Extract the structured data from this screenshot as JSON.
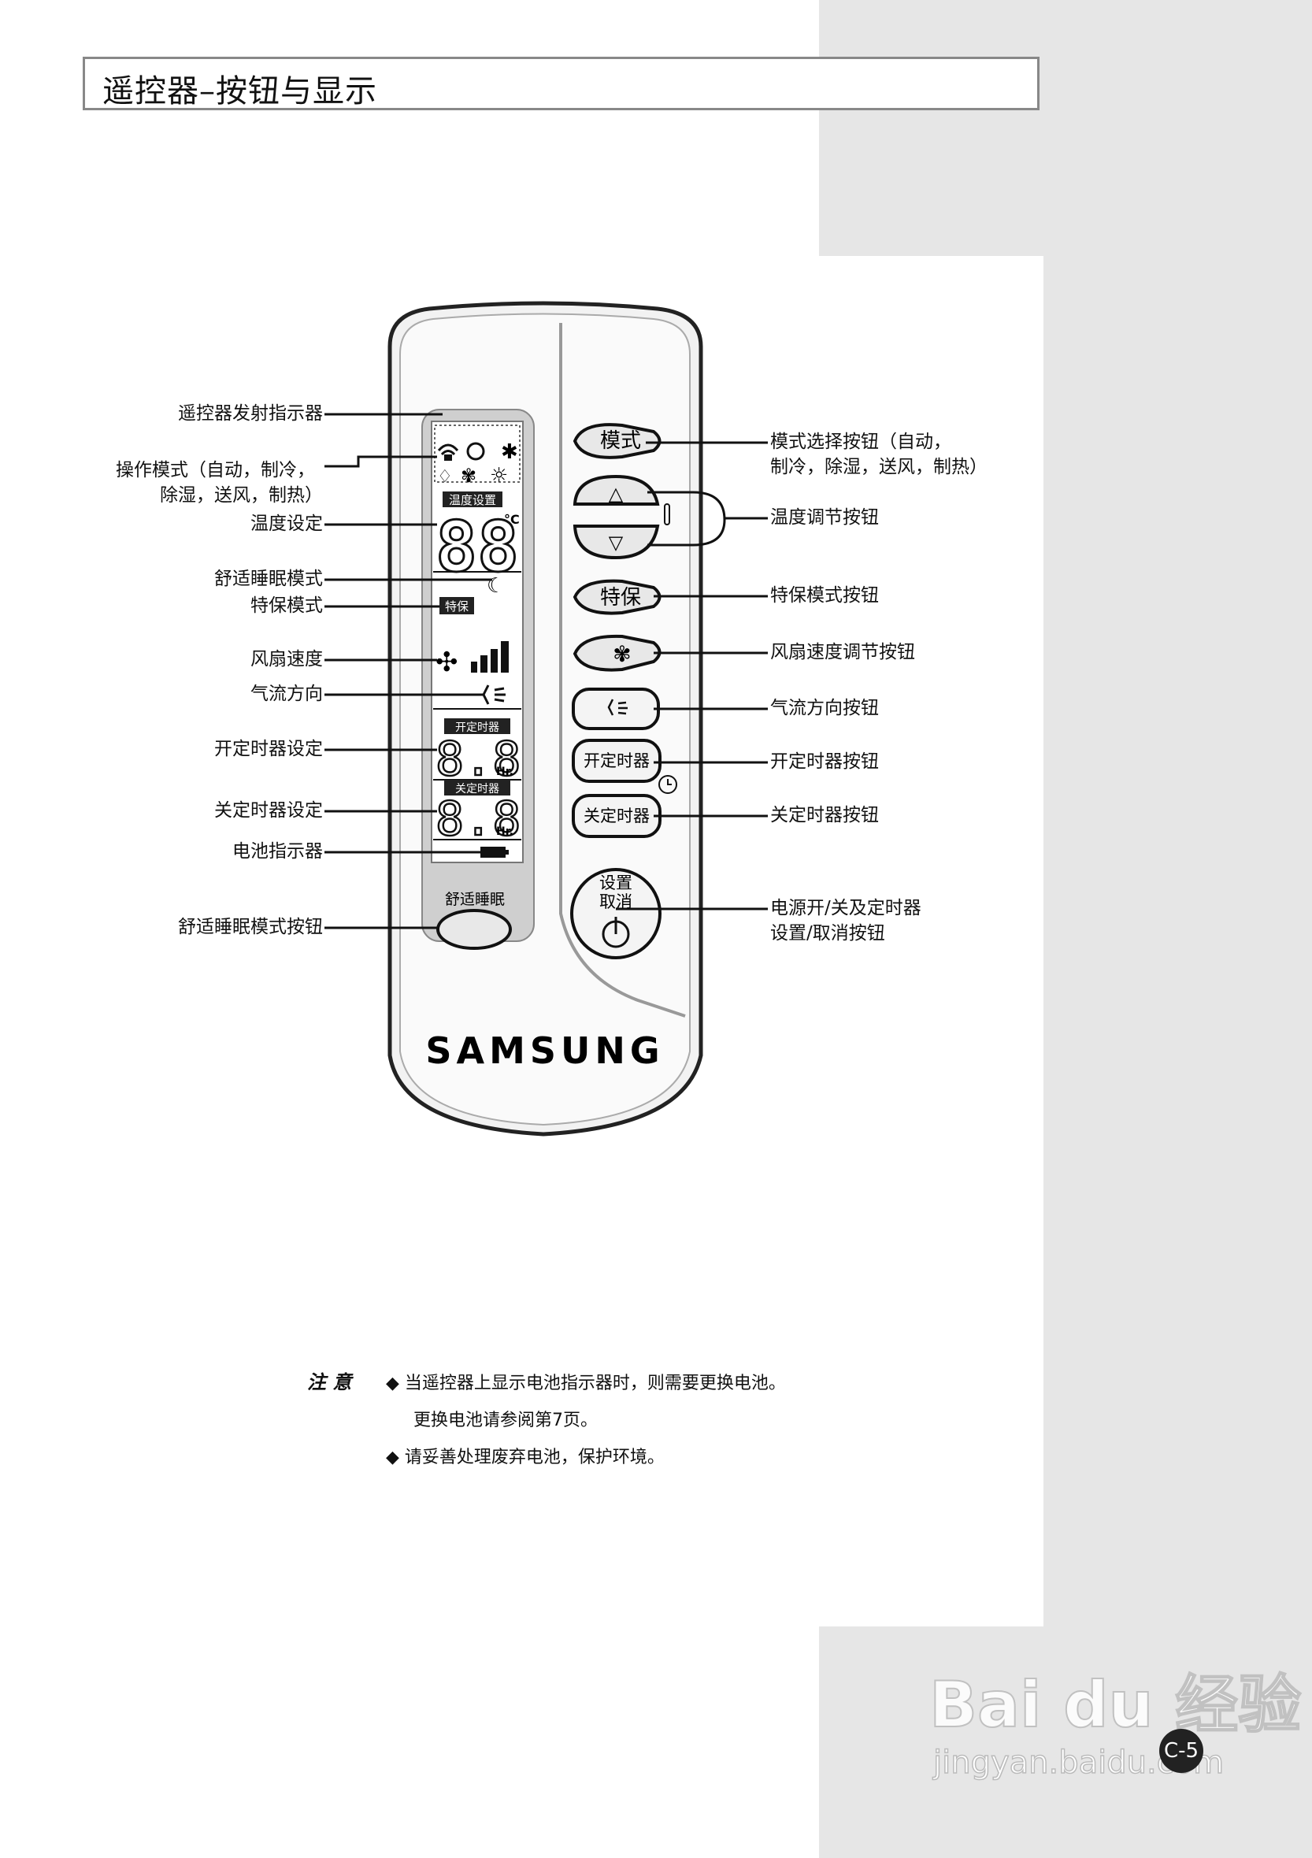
{
  "title": "遥控器–按钮与显示",
  "left_labels": [
    "遥控器发射指示器",
    "操作模式（自动，制冷，",
    "除湿，送风，制热）",
    "温度设定",
    "舒适睡眠模式",
    "特保模式",
    "风扇速度",
    "气流方向",
    "开定时器设定",
    "关定时器设定",
    "电池指示器",
    "舒适睡眠模式按钮"
  ],
  "right_labels": [
    "模式选择按钮（自动，",
    "制冷，除湿，送风，制热）",
    "温度调节按钮",
    "特保模式按钮",
    "风扇速度调节按钮",
    "气流方向按钮",
    "开定时器按钮",
    "关定时器按钮",
    "电源开/关及定时器",
    "设置/取消按钮"
  ],
  "remote": {
    "brand": "SAMSUNG",
    "sleep_caption": "舒适睡眠",
    "display": {
      "temp_set_tag": "温度设置",
      "temp_digits": "88",
      "temp_unit": "°C",
      "turbo_tag": "特保",
      "timer_on_tag": "开定时器",
      "timer_off_tag": "关定时器",
      "timer_digits": "8.8",
      "hr": "Hr."
    },
    "buttons": {
      "mode": "模式",
      "turbo": "特保",
      "timer_on": "开定时器",
      "timer_off": "关定时器",
      "set": "设置",
      "cancel": "取消"
    }
  },
  "note": {
    "title": "注 意",
    "lines": [
      "◆  当遥控器上显示电池指示器时，则需要更换电池。",
      "更换电池请参阅第7页。",
      "◆  请妥善处理废弃电池，保护环境。"
    ]
  },
  "watermark": {
    "main": "Bai du 经验",
    "sub": "jingyan.baidu.com"
  },
  "page_number": "C-5"
}
